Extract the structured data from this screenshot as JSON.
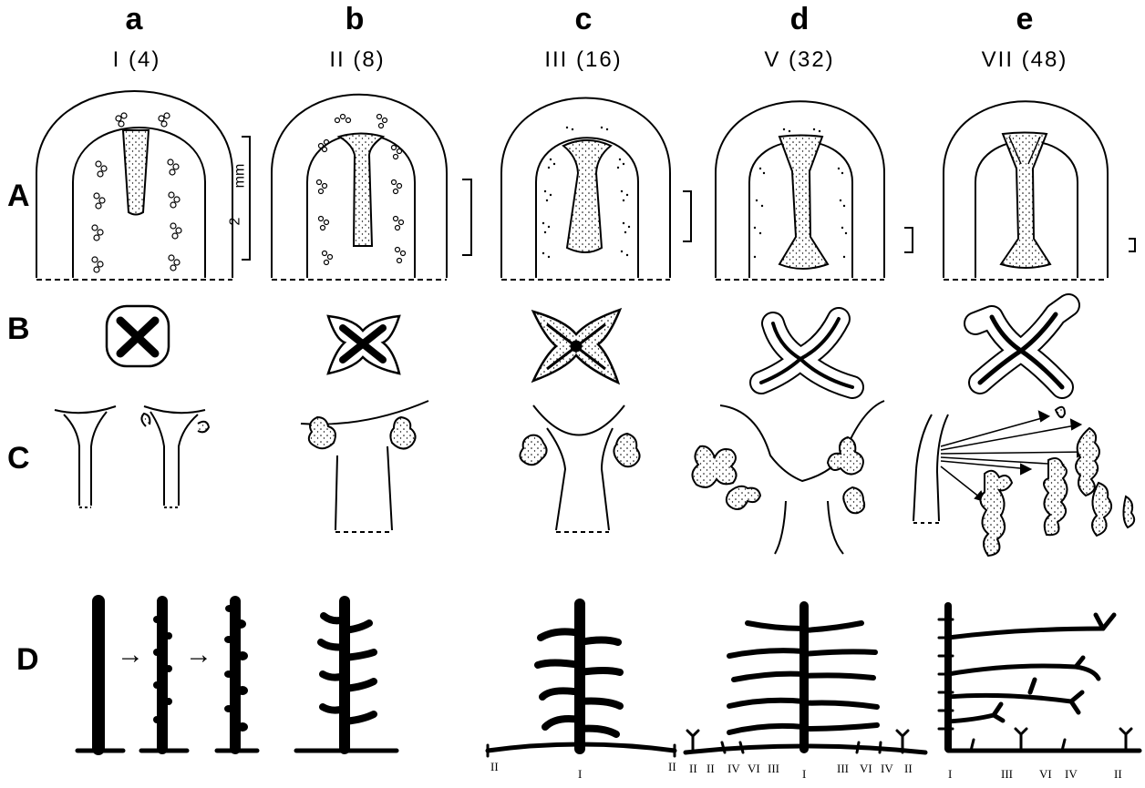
{
  "columns": [
    {
      "letter": "a",
      "stage": "I (4)"
    },
    {
      "letter": "b",
      "stage": "II (8)"
    },
    {
      "letter": "c",
      "stage": "III (16)"
    },
    {
      "letter": "d",
      "stage": "V (32)"
    },
    {
      "letter": "e",
      "stage": "VII (48)"
    }
  ],
  "rows": [
    "A",
    "B",
    "C",
    "D"
  ],
  "scale": {
    "value": "2",
    "unit": "mm"
  },
  "arrow_glyph": "→",
  "branch_labels": {
    "c": [
      "II",
      "I",
      "II"
    ],
    "d": [
      "II",
      "II",
      "IV",
      "VI",
      "III",
      "I",
      "III",
      "VI",
      "IV",
      "II"
    ],
    "e": [
      "I",
      "III",
      "VI",
      "IV",
      "II"
    ]
  }
}
